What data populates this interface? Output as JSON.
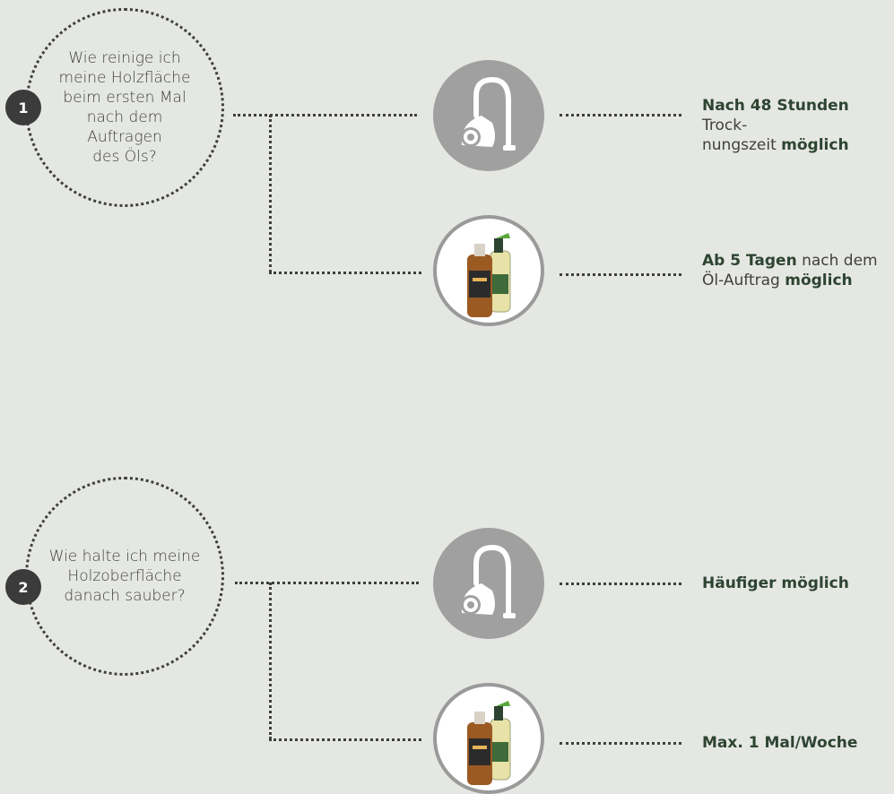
{
  "questions": [
    {
      "number": "1",
      "text": "Wie reinige ich\nmeine Holzfläche\nbeim ersten Mal\nnach dem\nAuftragen\ndes Öls?",
      "answers": [
        {
          "icon": "vacuum-cleaner-icon",
          "bold1": "Nach 48 Stunden",
          "normal1": " Trock-",
          "normal2": "nungszeit ",
          "bold2": "möglich"
        },
        {
          "icon": "cleaning-products-icon",
          "bold1": "Ab 5 Tagen",
          "normal1": " nach dem",
          "normal2": "Öl-Auftrag ",
          "bold2": "möglich"
        }
      ]
    },
    {
      "number": "2",
      "text": "Wie halte ich meine\nHolzoberfläche\ndanach sauber?",
      "answers": [
        {
          "icon": "vacuum-cleaner-icon",
          "bold1": "Häufiger möglich"
        },
        {
          "icon": "cleaning-products-icon",
          "bold1": "Max. 1 Mal/Woche"
        }
      ]
    }
  ],
  "colors": {
    "background": "#e5e7e3",
    "accent_green": "#2d4431",
    "badge": "#3b3b3b",
    "icon_grey": "#a0a0a0"
  }
}
